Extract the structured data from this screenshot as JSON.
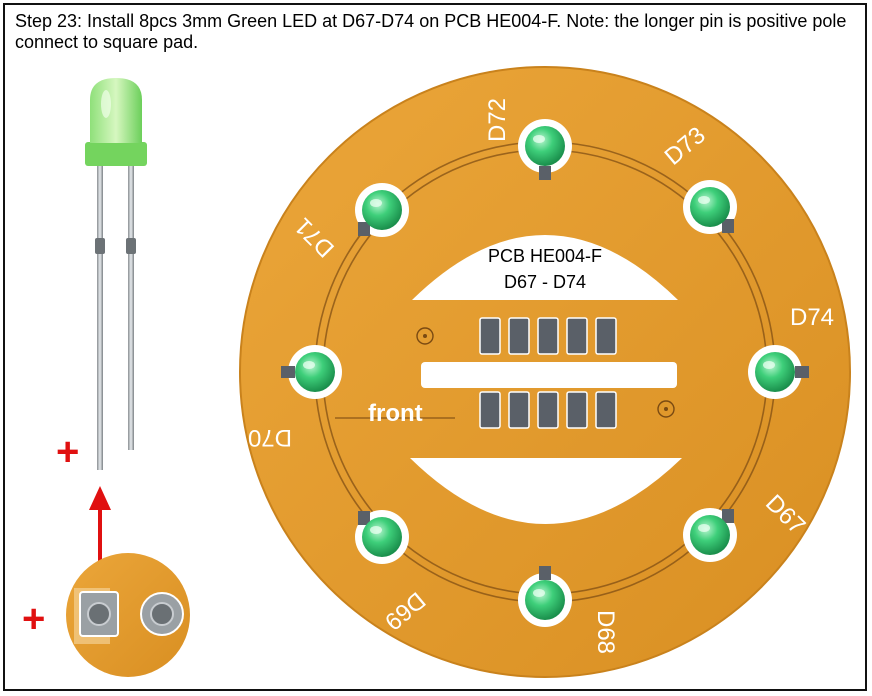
{
  "instruction": "Step 23: Install 8pcs 3mm Green LED at D67-D74 on PCB HE004-F. Note: the longer pin is positive pole connect to square pad.",
  "pcb": {
    "title_line1": "PCB HE004-F",
    "title_line2": "D67 - D74",
    "side_label": "front",
    "designators": [
      "D72",
      "D73",
      "D74",
      "D67",
      "D68",
      "D69",
      "D70",
      "D71"
    ]
  },
  "led_diagram": {
    "plus_pin": "+",
    "plus_pad": "+"
  },
  "colors": {
    "board": "#e39a2c",
    "board_edge": "#c9821c",
    "trace": "#7a4a12",
    "led_green": "#3ecf7a",
    "pad_white": "#ffffff",
    "arrow": "#e01010",
    "silk_white": "#ffffff"
  }
}
